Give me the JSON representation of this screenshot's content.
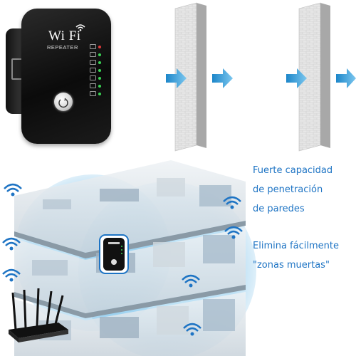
{
  "product": {
    "logo_text": "Wi Fi",
    "subtitle": "REPEATER"
  },
  "captions": {
    "penetration": [
      "Fuerte capacidad",
      "de penetración",
      "de paredes"
    ],
    "dead_zones": [
      "Elimina fácilmente",
      "\"zonas muertas\""
    ]
  },
  "colors": {
    "accent_blue": "#1e74c4",
    "arrow_blue": "#3aa3d8",
    "led_green": "#39d353",
    "led_red": "#e03a3a"
  },
  "icons": {
    "wifi_signal": "wifi-icon",
    "arrow": "arrow-right-icon"
  }
}
